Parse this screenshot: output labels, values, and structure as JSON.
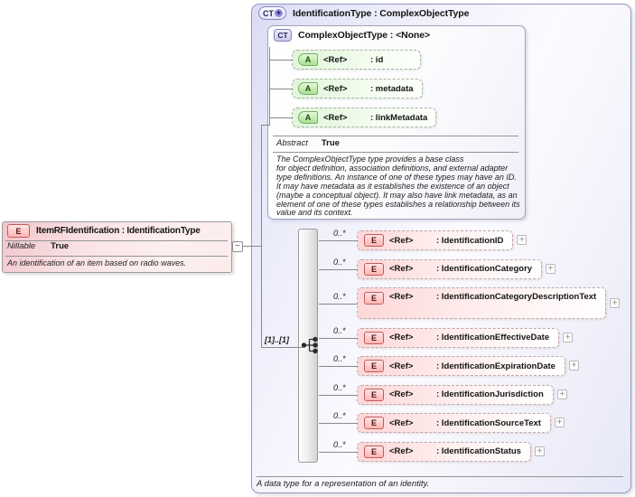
{
  "diagram": {
    "element": {
      "icon": "E",
      "title": "ItemRFIdentification : IdentificationType",
      "property_label": "Nillable",
      "property_value": "True",
      "description": "An identification of an item based on radio waves.",
      "collapse_toggle": "−"
    },
    "type_panel": {
      "icon": "CT",
      "icon_badge": "+",
      "title": "IdentificationType : ComplexObjectType",
      "footer": "A data type for a representation of an identity.",
      "base_panel": {
        "icon": "CT",
        "title": "ComplexObjectType : <None>",
        "attributes": [
          {
            "icon": "A",
            "ref": "<Ref>",
            "name": ": id"
          },
          {
            "icon": "A",
            "ref": "<Ref>",
            "name": ": metadata"
          },
          {
            "icon": "A",
            "ref": "<Ref>",
            "name": ": linkMetadata"
          }
        ],
        "property_label": "Abstract",
        "property_value": "True",
        "description": "The ComplexObjectType type provides a base class\nfor object definition, association definitions, and external adapter type definitions. An instance of one of these types may have an ID. It may have metadata as it establishes the existence of an object (maybe a conceptual object). It may also have link metadata, as an element of one of these types establishes a relationship between its value and its context."
      },
      "sequence": {
        "cardinality_label": "[1]..[1]",
        "elements": [
          {
            "cardinality": "0..*",
            "icon": "E",
            "ref": "<Ref>",
            "name": ": IdentificationID",
            "expand": "+"
          },
          {
            "cardinality": "0..*",
            "icon": "E",
            "ref": "<Ref>",
            "name": ": IdentificationCategory",
            "expand": "+"
          },
          {
            "cardinality": "0..*",
            "icon": "E",
            "ref": "<Ref>",
            "name": ": IdentificationCategoryDescriptionText",
            "expand": "+"
          },
          {
            "cardinality": "0..*",
            "icon": "E",
            "ref": "<Ref>",
            "name": ": IdentificationEffectiveDate",
            "expand": "+"
          },
          {
            "cardinality": "0..*",
            "icon": "E",
            "ref": "<Ref>",
            "name": ": IdentificationExpirationDate",
            "expand": "+"
          },
          {
            "cardinality": "0..*",
            "icon": "E",
            "ref": "<Ref>",
            "name": ": IdentificationJurisdiction",
            "expand": "+"
          },
          {
            "cardinality": "0..*",
            "icon": "E",
            "ref": "<Ref>",
            "name": ": IdentificationSourceText",
            "expand": "+"
          },
          {
            "cardinality": "0..*",
            "icon": "E",
            "ref": "<Ref>",
            "name": ": IdentificationStatus",
            "expand": "+"
          }
        ]
      }
    }
  }
}
